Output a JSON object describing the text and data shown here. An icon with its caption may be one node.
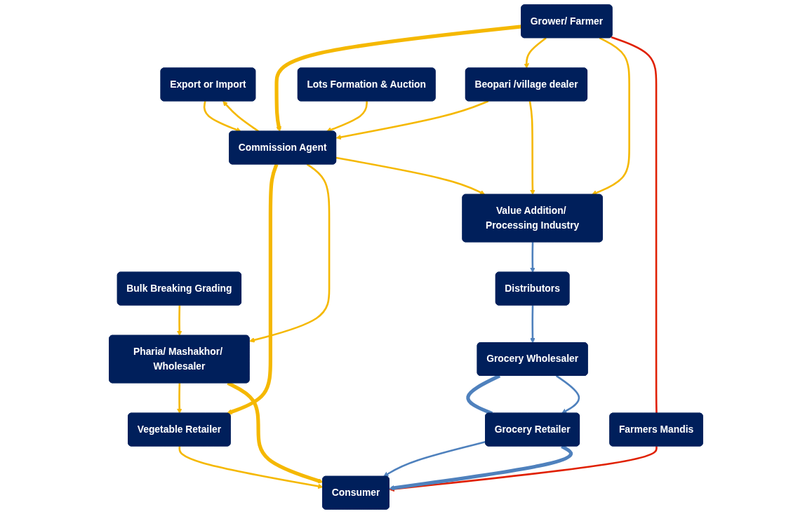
{
  "diagram": {
    "nodes": [
      {
        "text": [
          "Export or Import"
        ]
      },
      {
        "text": [
          "Grower/ Farmer"
        ]
      },
      {
        "text": [
          "Beopari /village dealer"
        ]
      },
      {
        "text": [
          "Commission Agent"
        ]
      },
      {
        "text": [
          "Pharia/ Mashakhor/ Wholesaler"
        ]
      },
      {
        "text": [
          "Vegetable Retailer"
        ]
      },
      {
        "text": [
          "Consumer"
        ]
      },
      {
        "text": [
          "Farmers Mandis"
        ]
      },
      {
        "text": [
          "Value Addition/ Processing Industry"
        ]
      },
      {
        "text": [
          "Lots Formation & Auction"
        ]
      },
      {
        "text": [
          "Bulk Breaking Grading"
        ]
      },
      {
        "text": [
          "Distributors"
        ]
      },
      {
        "text": [
          "Grocery Wholesaler"
        ]
      },
      {
        "text": [
          "Grocery Retailer"
        ]
      }
    ],
    "edges": [
      {
        "from": 3,
        "to": 0,
        "arrow": "to"
      },
      {
        "from": 0,
        "to": 3,
        "arrow": "to"
      },
      {
        "from": 1,
        "to": 3,
        "arrow": "to",
        "style": "thick"
      },
      {
        "from": 3,
        "to": 5,
        "arrow": "to",
        "style": "thick"
      },
      {
        "from": 1,
        "to": 2,
        "arrow": "to"
      },
      {
        "from": 2,
        "to": 3,
        "arrow": "to"
      },
      {
        "from": 3,
        "to": 4,
        "arrow": "to"
      },
      {
        "from": 4,
        "to": 5,
        "arrow": "to"
      },
      {
        "from": 5,
        "to": 6,
        "arrow": "to"
      },
      {
        "from": 1,
        "to": 8,
        "arrow": "to"
      },
      {
        "from": 2,
        "to": 8,
        "arrow": "to"
      },
      {
        "from": 3,
        "to": 8,
        "arrow": "to"
      },
      {
        "from": 9,
        "to": 3,
        "arrow": "to"
      },
      {
        "from": 10,
        "to": 4,
        "arrow": "to"
      },
      {
        "from": 1,
        "to": 7,
        "arrow": "none",
        "color": "#e02000"
      },
      {
        "from": 7,
        "to": 6,
        "arrow": "to",
        "color": "#e02000"
      },
      {
        "from": 4,
        "to": 6,
        "arrow": "to",
        "style": "thick"
      },
      {
        "from": 8,
        "to": 11,
        "arrow": "to",
        "color": "#4f81bd"
      },
      {
        "from": 11,
        "to": 12,
        "arrow": "to",
        "color": "#4f81bd"
      },
      {
        "from": 12,
        "to": 13,
        "arrow": "none",
        "style": "thick",
        "color": "#4f81bd"
      },
      {
        "from": 12,
        "to": 13,
        "arrow": "to",
        "color": "#4f81bd"
      },
      {
        "from": 13,
        "to": 6,
        "arrow": "to",
        "color": "#4f81bd"
      },
      {
        "from": 13,
        "to": 6,
        "arrow": "to",
        "style": "thick",
        "color": "#4f81bd"
      }
    ]
  }
}
